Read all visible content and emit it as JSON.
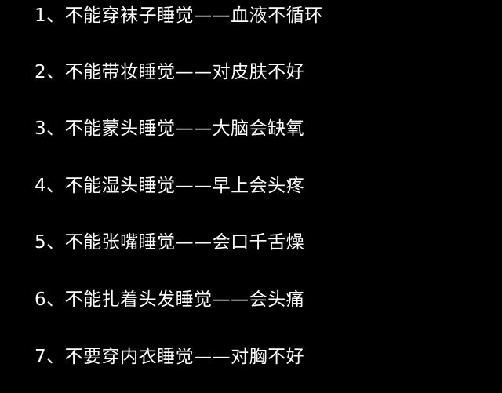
{
  "tips": [
    {
      "text": "1、不能穿袜子睡觉——血液不循环"
    },
    {
      "text": "2、不能带妆睡觉——对皮肤不好"
    },
    {
      "text": "3、不能蒙头睡觉——大脑会缺氧"
    },
    {
      "text": "4、不能湿头睡觉——早上会头疼"
    },
    {
      "text": "5、不能张嘴睡觉——会口千舌燥"
    },
    {
      "text": "6、不能扎着头发睡觉——会头痛"
    },
    {
      "text": "7、不要穿内衣睡觉——对胸不好"
    }
  ]
}
